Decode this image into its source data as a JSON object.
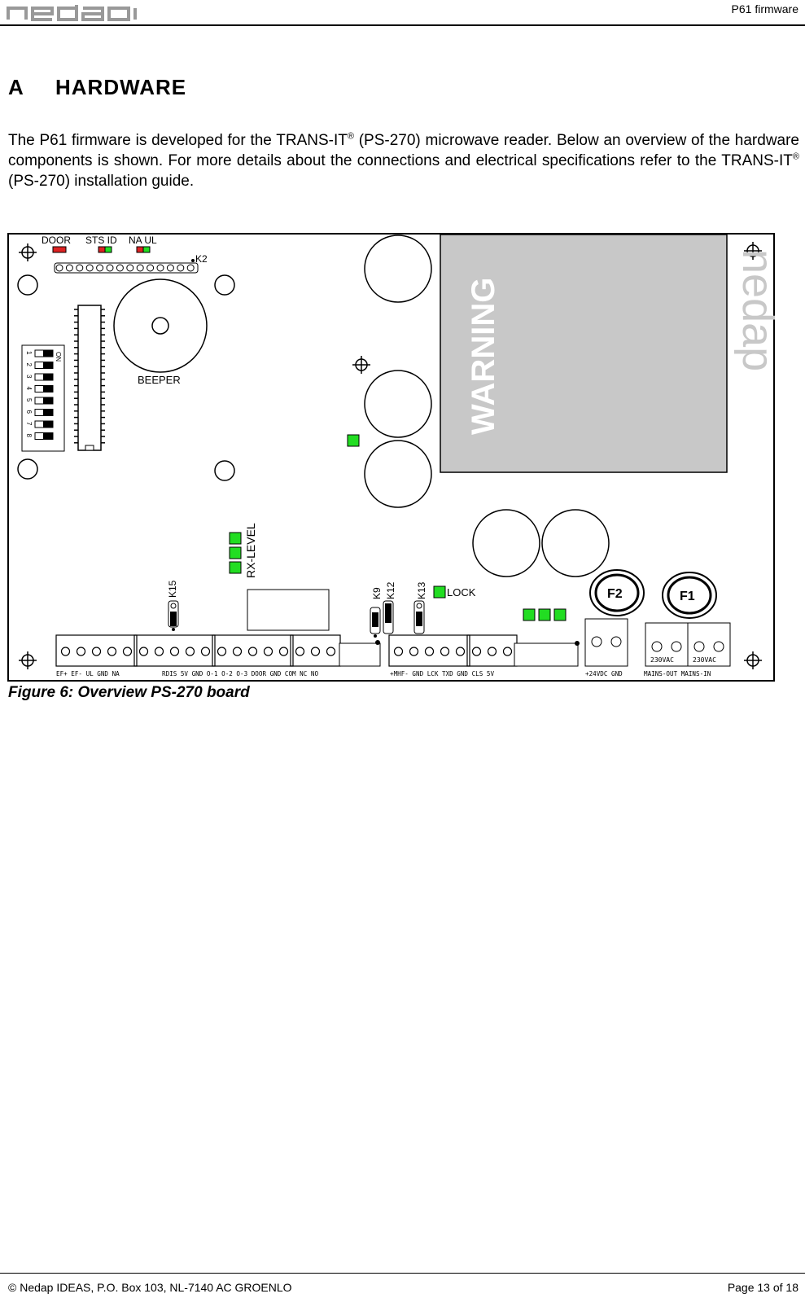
{
  "header": {
    "logo_text": "nedap",
    "doc_title": "P61 firmware"
  },
  "section": {
    "number": "A",
    "title": "HARDWARE"
  },
  "intro": {
    "part1": "The P61 firmware is developed for the TRANS-IT",
    "reg1": "®",
    "part2": " (PS-270) microwave reader. Below an overview of the hardware components is shown. For more details about the connections and electrical specifications refer to the TRANS-IT",
    "reg2": "®",
    "part3": " (PS-270) installation guide."
  },
  "figure": {
    "caption": "Figure 6: Overview PS-270 board",
    "labels": {
      "door": "DOOR",
      "sts_id": "STS ID",
      "na_ul": "NA UL",
      "k2": "K2",
      "beeper": "BEEPER",
      "on": "ON",
      "dip": [
        "1",
        "2",
        "3",
        "4",
        "5",
        "6",
        "7",
        "8"
      ],
      "warning": "WARNING",
      "rx_level": "RX-LEVEL",
      "k15": "K15",
      "k9": "K9",
      "k12": "K12",
      "k13": "K13",
      "lock": "LOCK",
      "f2": "F2",
      "f1": "F1",
      "vac_out": "230VAC",
      "vac_in": "230VAC",
      "term1": "EF+ EF- UL GND NA",
      "term2": "RDIS 5V GND O-1 O-2 O-3 DOOR GND COM NC NO",
      "term3": "+MHF- GND LCK TXD GND CLS 5V",
      "term4": "+24VDC GND",
      "term5": "MAINS-OUT MAINS-IN",
      "side_logo": "nedap"
    }
  },
  "footer": {
    "left": "© Nedap IDEAS, P.O. Box 103, NL-7140 AC GROENLO",
    "right": "Page 13 of 18"
  },
  "colors": {
    "led_green": "#22dd22",
    "led_red": "#dd2222",
    "warning_box": "#c8c8c8"
  }
}
